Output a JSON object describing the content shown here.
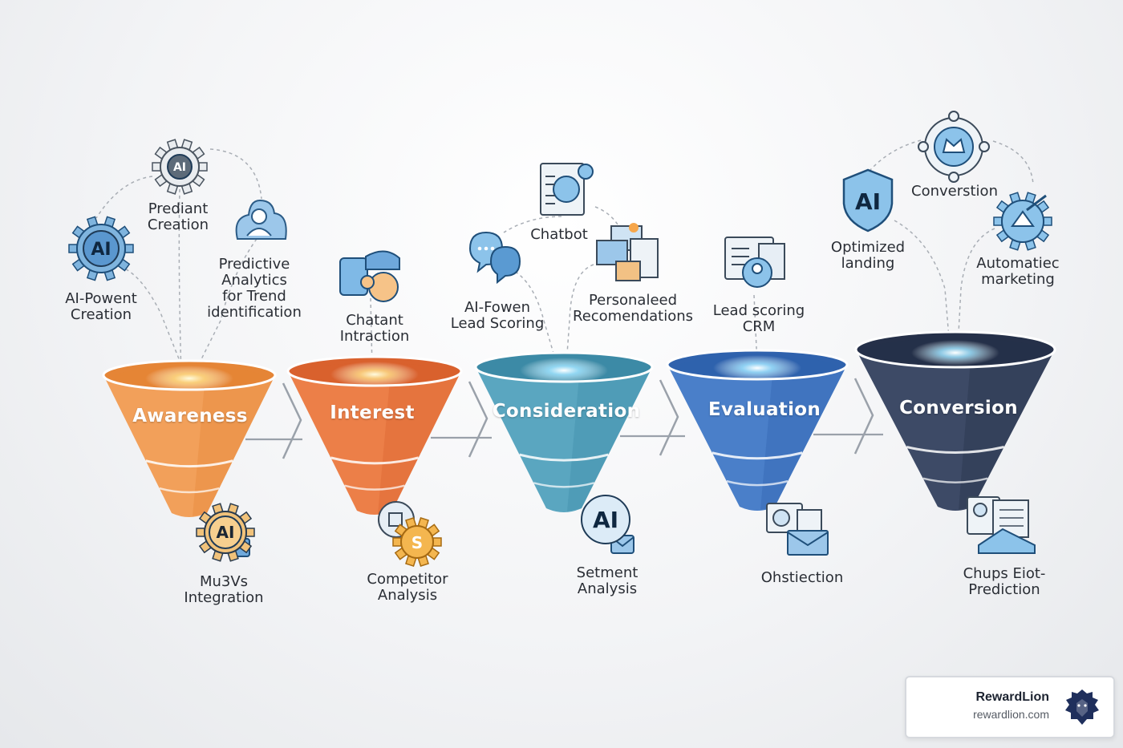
{
  "stages": [
    {
      "name": "Awareness",
      "color": "#f2a05a",
      "color_dark": "#e58536",
      "top_labels": [
        "AI-Powent\nCreation",
        "Prediant\nCreation",
        "Predictive\nAnalytics\nfor Trend\nidentification"
      ],
      "bottom_label": "Mu3Vs\nIntegration"
    },
    {
      "name": "Interest",
      "color": "#ec7f48",
      "color_dark": "#d9612d",
      "top_labels": [
        "Chatant\nIntraction"
      ],
      "bottom_label": "Competitor\nAnalysis"
    },
    {
      "name": "Consideration",
      "color": "#5aa6c0",
      "color_dark": "#3c8aa6",
      "top_labels": [
        "AI-Fowen\nLead Scoring",
        "Chatbot",
        "Personaleed\nRecomendations"
      ],
      "bottom_label": "Setment\nAnalysis"
    },
    {
      "name": "Evaluation",
      "color": "#4a7fc9",
      "color_dark": "#2f62ad",
      "top_labels": [
        "Lead scoring\nCRM"
      ],
      "bottom_label": "Ohstiection"
    },
    {
      "name": "Conversion",
      "color": "#3d4a66",
      "color_dark": "#253049",
      "top_labels": [
        "Optimized\nlanding",
        "Converstion",
        "Automatiec\nmarketing"
      ],
      "bottom_label": "Chups Eiot-\nPrediction"
    }
  ],
  "icon_text": {
    "ai": "AI",
    "coin": "S"
  },
  "brand": {
    "name": "RewardLion",
    "url": "rewardlion.com",
    "logo": "lion-head-icon"
  }
}
